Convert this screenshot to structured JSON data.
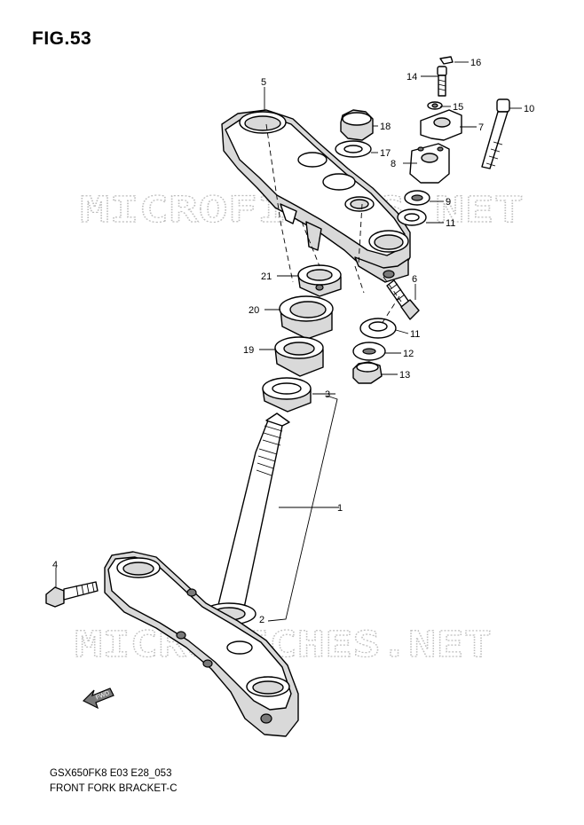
{
  "figure": {
    "title": "FIG.53",
    "model_code": "GSX650FK8 E03 E28_053",
    "assembly_name": "FRONT FORK BRACKET-C"
  },
  "watermark": {
    "top": "MICROFICHES.NET",
    "bottom": "MICROFICHES.NET"
  },
  "arrow_label": "FWD",
  "callouts": [
    "1",
    "2",
    "3",
    "4",
    "5",
    "6",
    "7",
    "8",
    "9",
    "10",
    "11",
    "11",
    "12",
    "13",
    "14",
    "15",
    "16",
    "17",
    "18",
    "19",
    "20",
    "21"
  ]
}
